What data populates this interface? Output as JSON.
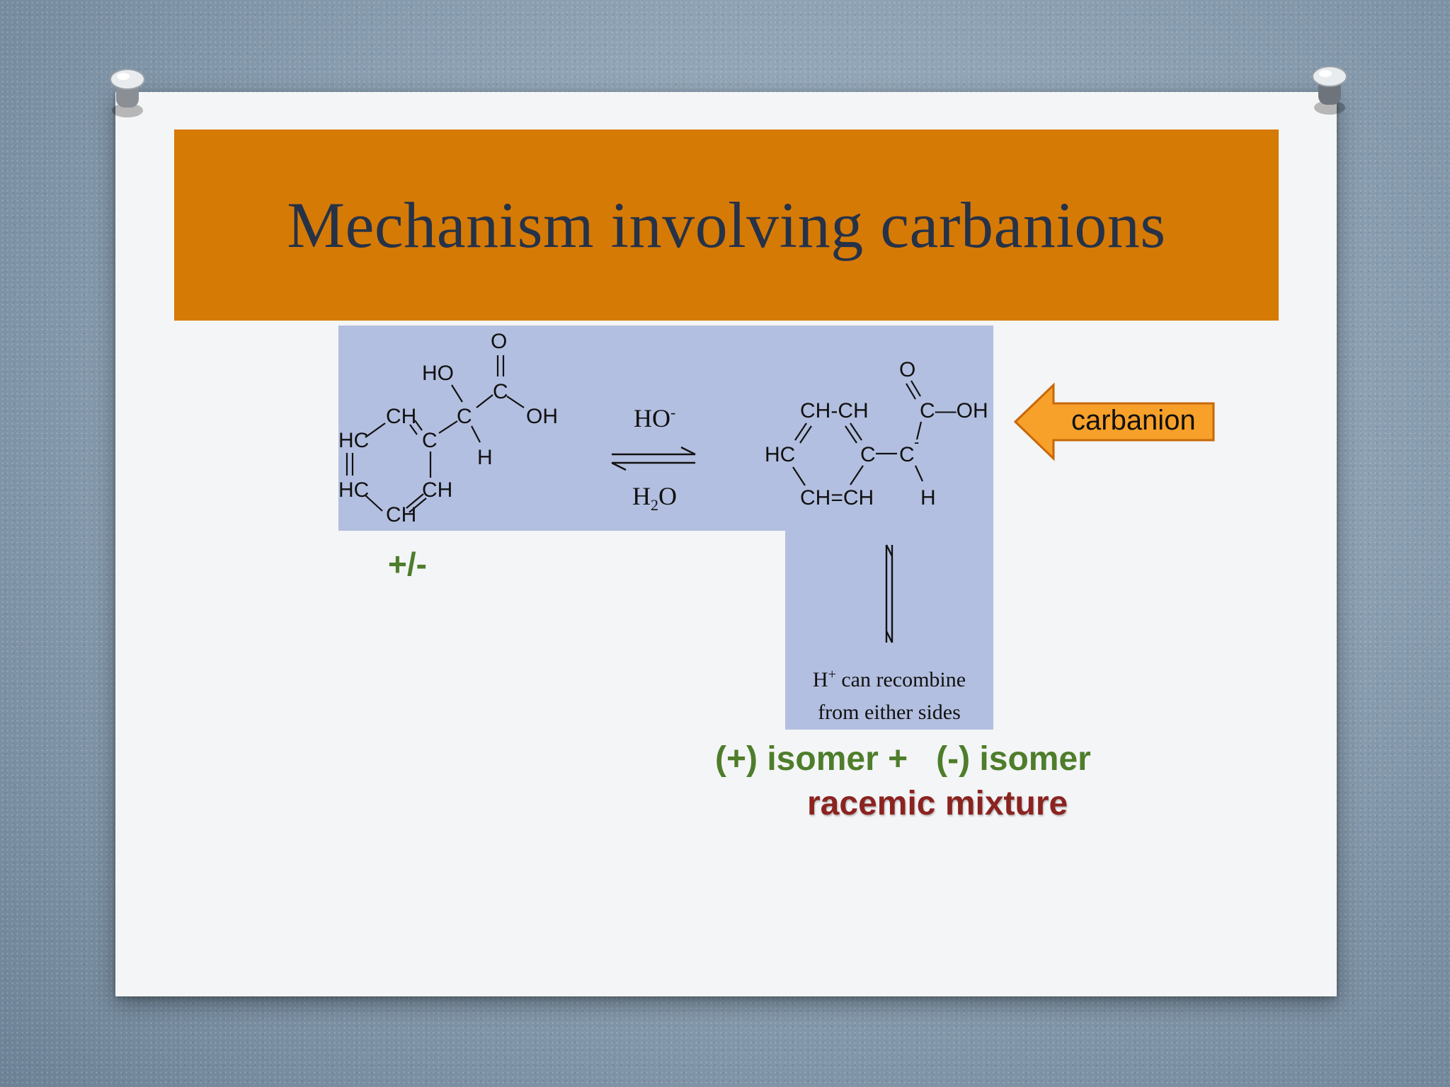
{
  "slide": {
    "title": "Mechanism involving carbanions",
    "reagent_top": "HO",
    "reagent_top_sup": "-",
    "reagent_bottom": "H",
    "reagent_bottom_sub": "2",
    "reagent_bottom_end": "O",
    "carbanion_label": "carbanion",
    "recombine_line1_h": "H",
    "recombine_line1_sup": "+",
    "recombine_line1_rest": " can recombine",
    "recombine_line2": "from either sides",
    "racemic_start_label": "+/-",
    "isomers_label": "(+) isomer +   (-) isomer",
    "racemic_label": "racemic mixture"
  },
  "molecule_left": {
    "o_top": "O",
    "ho": "HO",
    "c_carboxyl": "C",
    "oh": "OH",
    "c_alpha": "C",
    "h": "H",
    "ch_top": "CH",
    "c_ring": "C",
    "hc_left_top": "HC",
    "hc_left_bottom": "HC",
    "ch_right_bottom": "CH",
    "ch_bottom": "CH"
  },
  "molecule_right": {
    "o_top": "O",
    "c_oh": "C—OH",
    "ch_ch_top": "CH-CH",
    "hc": "HC",
    "c_ring": "C",
    "c_anion": "C",
    "anion_charge": "-",
    "ch_ch_bottom": "CH=CH",
    "h": "H"
  },
  "colors": {
    "title_bar": "#d67a06",
    "panel": "#b3bfe0",
    "green_text": "#4e7d2b",
    "red_text": "#8b2320",
    "arrow_fill": "#f7a02a",
    "arrow_stroke": "#c7680a"
  }
}
